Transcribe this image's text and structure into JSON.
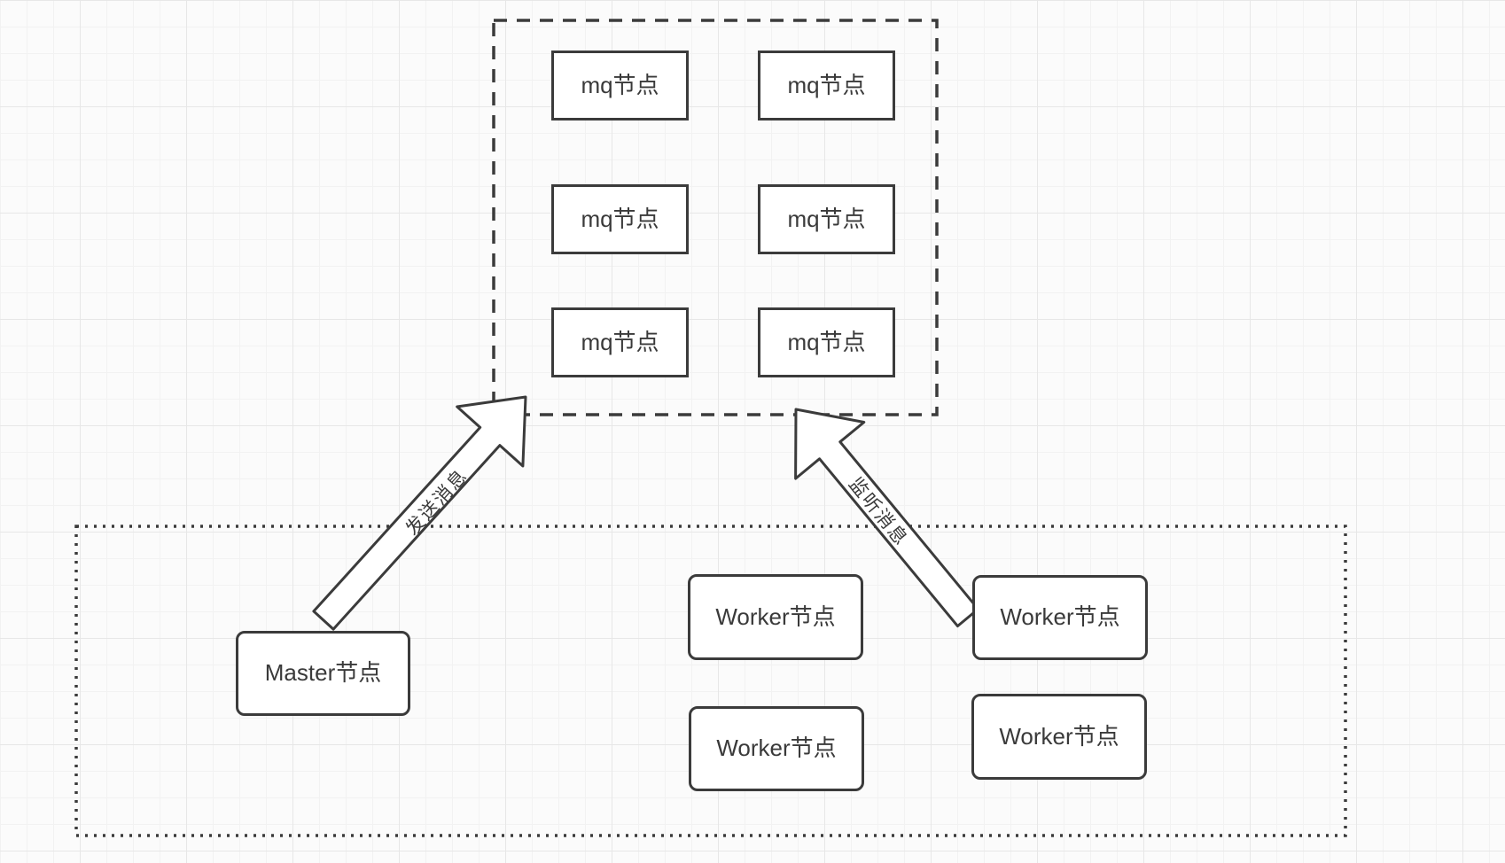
{
  "canvas": {
    "background_color": "#fbfbfb",
    "grid_minor_color": "#f2f2f2",
    "grid_major_color": "#e7e7e7",
    "stroke_color": "#3b3b3b",
    "text_color": "#3a3a3a"
  },
  "mq_cluster": {
    "nodes": [
      {
        "label": "mq节点"
      },
      {
        "label": "mq节点"
      },
      {
        "label": "mq节点"
      },
      {
        "label": "mq节点"
      },
      {
        "label": "mq节点"
      },
      {
        "label": "mq节点"
      }
    ]
  },
  "worker_cluster": {
    "master": {
      "label": "Master节点"
    },
    "workers": [
      {
        "label": "Worker节点"
      },
      {
        "label": "Worker节点"
      },
      {
        "label": "Worker节点"
      },
      {
        "label": "Worker节点"
      }
    ]
  },
  "arrows": {
    "send": {
      "label": "发送消息"
    },
    "listen": {
      "label": "监听消息"
    }
  }
}
